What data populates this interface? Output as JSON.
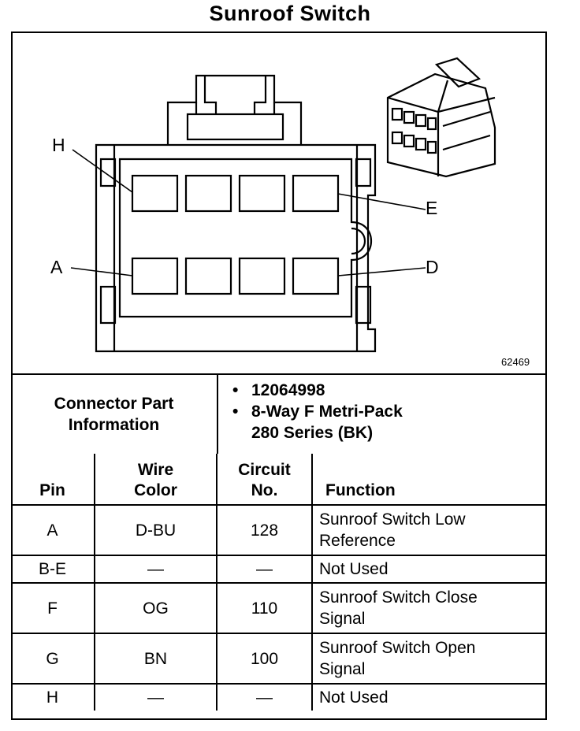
{
  "title": "Sunroof Switch",
  "diagram": {
    "labels": {
      "h": "H",
      "e": "E",
      "a": "A",
      "d": "D"
    },
    "figure_id": "62469"
  },
  "part_info": {
    "label_line1": "Connector Part",
    "label_line2": "Information",
    "bullet1": "12064998",
    "bullet2_line1": "8-Way F Metri-Pack",
    "bullet2_line2": "280 Series (BK)"
  },
  "table": {
    "headers": {
      "pin": "Pin",
      "wire_color_line1": "Wire",
      "wire_color_line2": "Color",
      "circuit_line1": "Circuit",
      "circuit_line2": "No.",
      "function": "Function"
    },
    "rows": [
      {
        "pin": "A",
        "wire": "D-BU",
        "circuit": "128",
        "func1": "Sunroof Switch Low",
        "func2": "Reference"
      },
      {
        "pin": "B-E",
        "wire": "—",
        "circuit": "—",
        "func1": "Not Used",
        "func2": ""
      },
      {
        "pin": "F",
        "wire": "OG",
        "circuit": "110",
        "func1": "Sunroof Switch Close",
        "func2": "Signal"
      },
      {
        "pin": "G",
        "wire": "BN",
        "circuit": "100",
        "func1": "Sunroof Switch Open",
        "func2": "Signal"
      },
      {
        "pin": "H",
        "wire": "—",
        "circuit": "—",
        "func1": "Not Used",
        "func2": ""
      }
    ]
  }
}
